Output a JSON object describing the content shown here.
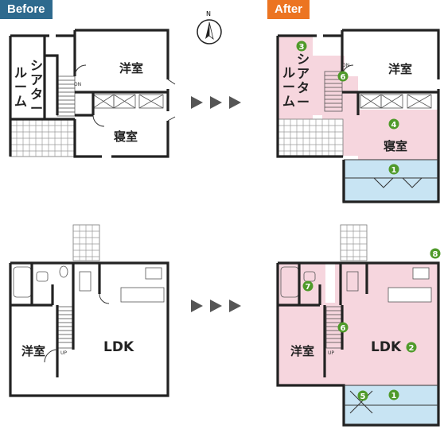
{
  "labels": {
    "before": "Before",
    "after": "After",
    "north": "N",
    "dn": "DN",
    "up": "UP"
  },
  "rooms": {
    "theater": "シアタールーム",
    "western": "洋室",
    "bedroom": "寝室",
    "ldk": "LDK"
  },
  "badges": [
    "1",
    "2",
    "3",
    "4",
    "5",
    "6",
    "7",
    "8"
  ],
  "colors": {
    "before_tag": "#2e6a8e",
    "after_tag": "#ec7421",
    "renovated_area": "#f6d6de",
    "added_area": "#c8e4f3",
    "badge": "#4f9a2a"
  }
}
